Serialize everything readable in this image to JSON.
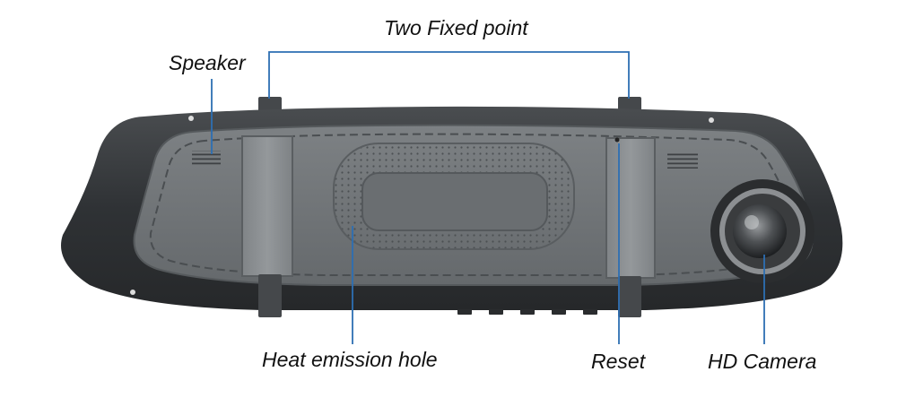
{
  "labels": {
    "fixed_point": "Two Fixed point",
    "speaker": "Speaker",
    "heat_hole": "Heat emission hole",
    "reset": "Reset",
    "camera": "HD Camera"
  },
  "colors": {
    "callout_line": "#2d6fb3",
    "housing": "#3a3d40",
    "screen": "#707477",
    "label_text": "#111111"
  }
}
